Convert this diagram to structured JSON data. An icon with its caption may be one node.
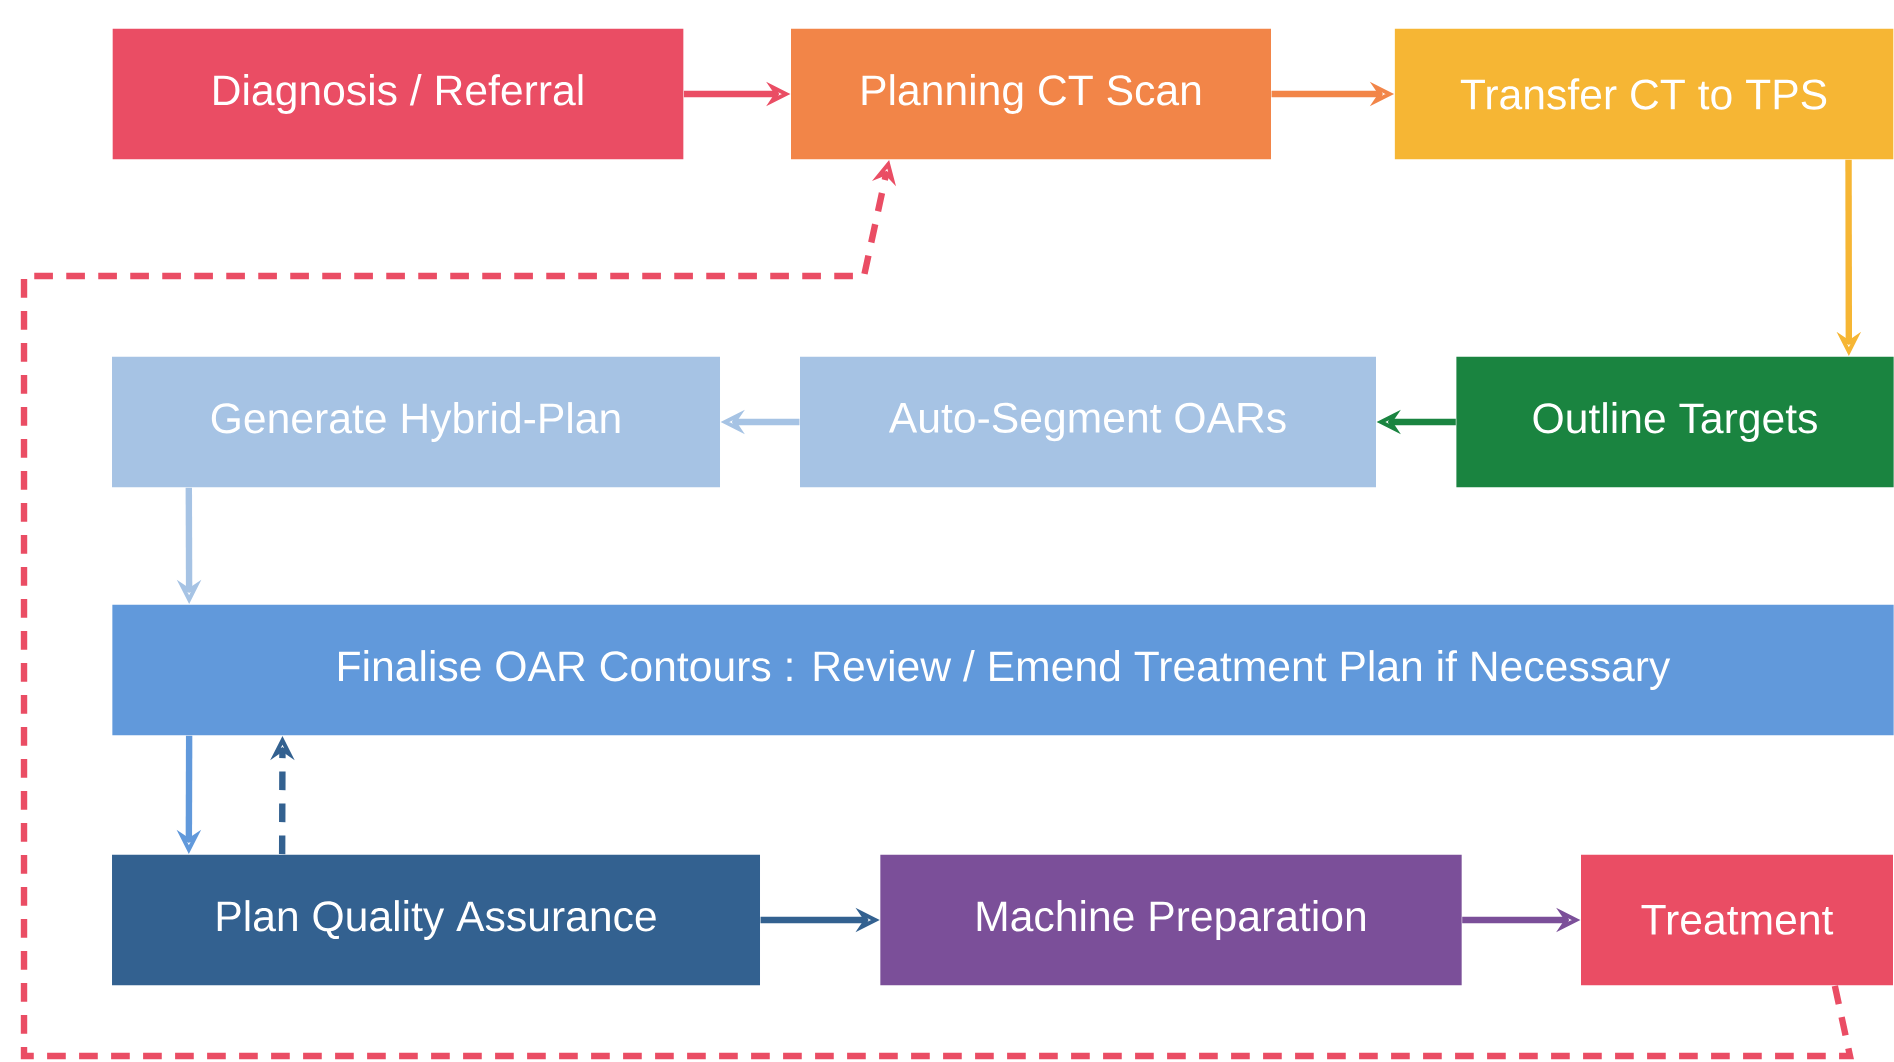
{
  "diagram": {
    "nodes": [
      {
        "text": [
          "Diagnosis / Referral"
        ]
      },
      {
        "text": [
          "Planning CT Scan"
        ]
      },
      {
        "text": [
          "Transfer CT to TPS"
        ]
      },
      {
        "text": [
          "Outline Targets"
        ]
      },
      {
        "text": [
          "Auto-Segment OARs"
        ]
      },
      {
        "text": [
          "Generate Hybrid-Plan"
        ]
      },
      {
        "text": [
          "Finalise OAR Contours : Review / Emend Treatment Plan if Necessary"
        ]
      },
      {
        "text": [
          "Plan Quality Assurance"
        ]
      },
      {
        "text": [
          "Machine Preparation"
        ]
      },
      {
        "text": [
          "Treatment"
        ]
      }
    ],
    "edges": [
      {
        "from": 0,
        "to": 1,
        "arrow": "to",
        "color": "#ea4d64"
      },
      {
        "from": 1,
        "to": 2,
        "arrow": "to",
        "color": "#f28548"
      },
      {
        "from": 2,
        "to": 3,
        "arrow": "to",
        "color": "#f6b634"
      },
      {
        "from": 3,
        "to": 4,
        "arrow": "to",
        "color": "#1a8440"
      },
      {
        "from": 4,
        "to": 5,
        "arrow": "to",
        "color": "#a6c3e4"
      },
      {
        "from": 5,
        "to": 6,
        "arrow": "to",
        "color": "#a6c3e4"
      },
      {
        "from": 6,
        "to": 7,
        "arrow": "to",
        "color": "#6199db"
      },
      {
        "from": 7,
        "to": 6,
        "arrow": "to",
        "style": "dashed",
        "color": "#336190"
      },
      {
        "from": 7,
        "to": 8,
        "arrow": "to",
        "color": "#336190"
      },
      {
        "from": 8,
        "to": 9,
        "arrow": "to",
        "color": "#7b4f99"
      },
      {
        "from": 9,
        "to": 1,
        "arrow": "to",
        "style": "dashed",
        "color": "#ea4d64"
      }
    ]
  }
}
